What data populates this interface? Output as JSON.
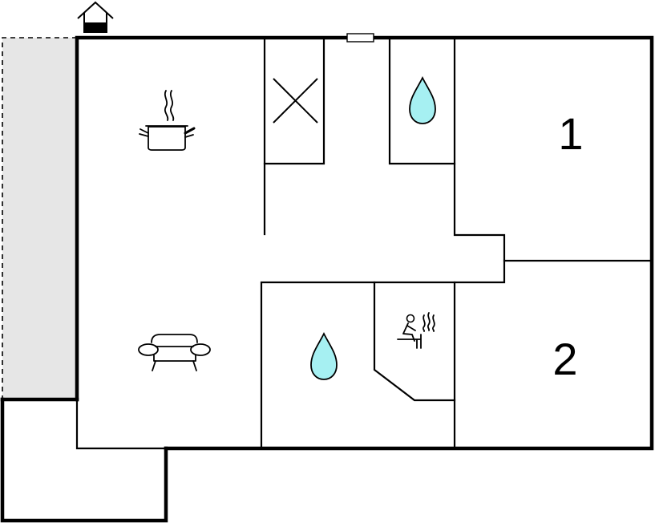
{
  "floor_plan": {
    "rooms": [
      {
        "id": "bedroom-1",
        "label": "1"
      },
      {
        "id": "bedroom-2",
        "label": "2"
      }
    ],
    "icons": [
      "house-entrance-icon",
      "cooking-pot-icon",
      "sofa-icon",
      "water-drop-icon",
      "sauna-icon",
      "crossed-shaft-icon",
      "window-icon"
    ],
    "colors": {
      "wall": "#000000",
      "terrace": "#e6e6e6",
      "water": "#a6f0f2",
      "background": "#ffffff"
    }
  }
}
